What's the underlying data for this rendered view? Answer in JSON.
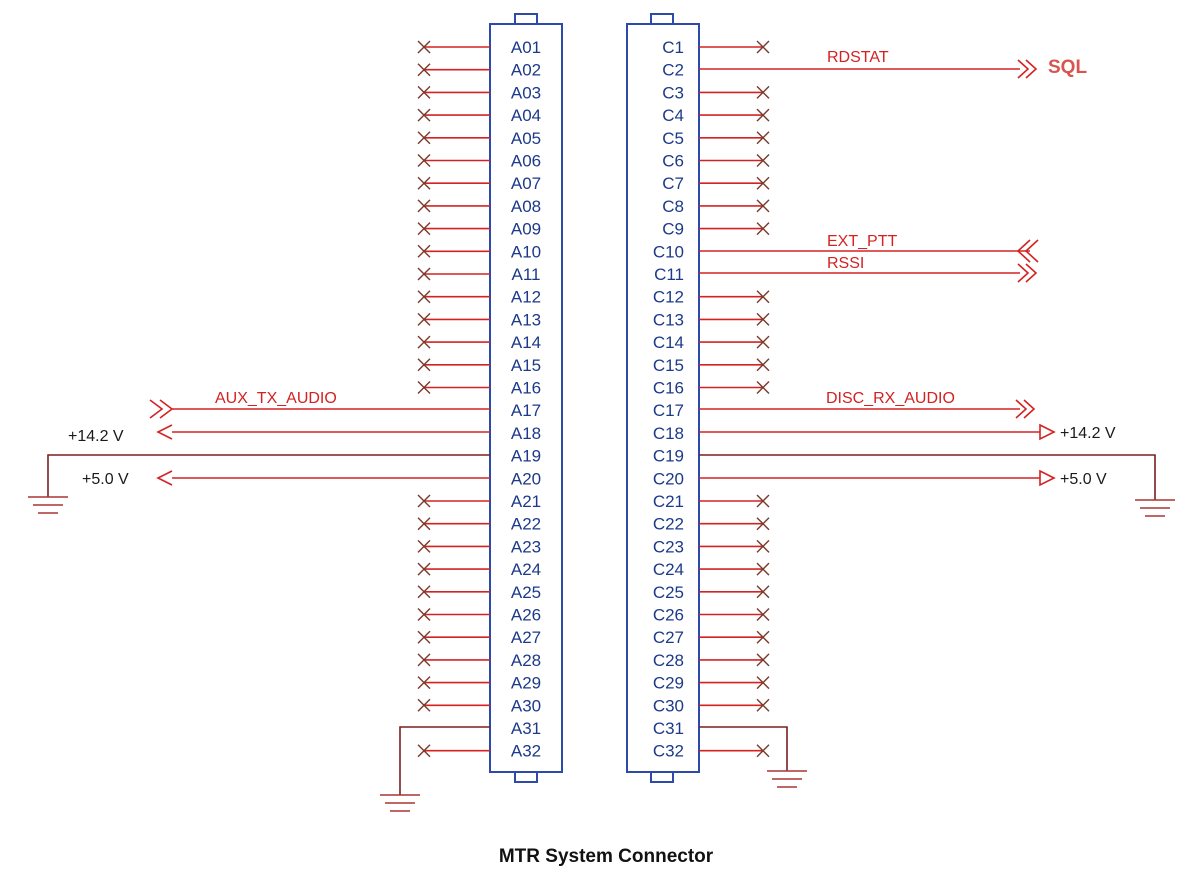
{
  "caption": "MTR System Connector",
  "left_pins": [
    "A01",
    "A02",
    "A03",
    "A04",
    "A05",
    "A06",
    "A07",
    "A08",
    "A09",
    "A10",
    "A11",
    "A12",
    "A13",
    "A14",
    "A15",
    "A16",
    "A17",
    "A18",
    "A19",
    "A20",
    "A21",
    "A22",
    "A23",
    "A24",
    "A25",
    "A26",
    "A27",
    "A28",
    "A29",
    "A30",
    "A31",
    "A32"
  ],
  "right_pins": [
    "C1",
    "C2",
    "C3",
    "C4",
    "C5",
    "C6",
    "C7",
    "C8",
    "C9",
    "C10",
    "C11",
    "C12",
    "C13",
    "C14",
    "C15",
    "C16",
    "C17",
    "C18",
    "C19",
    "C20",
    "C21",
    "C22",
    "C23",
    "C24",
    "C25",
    "C26",
    "C27",
    "C28",
    "C29",
    "C30",
    "C31",
    "C32"
  ],
  "left_nets": {
    "aux_tx_audio": "AUX_TX_AUDIO",
    "v14_2": "+14.2 V",
    "v5_0": "+5.0 V"
  },
  "right_nets": {
    "rdstat": "RDSTAT",
    "sql": "SQL",
    "ext_ptt": "EXT_PTT",
    "rssi": "RSSI",
    "disc_rx_audio": "DISC_RX_AUDIO",
    "v14_2": "+14.2 V",
    "v5_0": "+5.0 V"
  },
  "colors": {
    "wire": "#d42222",
    "pin_label": "#1d3a8a",
    "connector_outline": "#2e4aa8",
    "sql_label": "#d9534f"
  }
}
